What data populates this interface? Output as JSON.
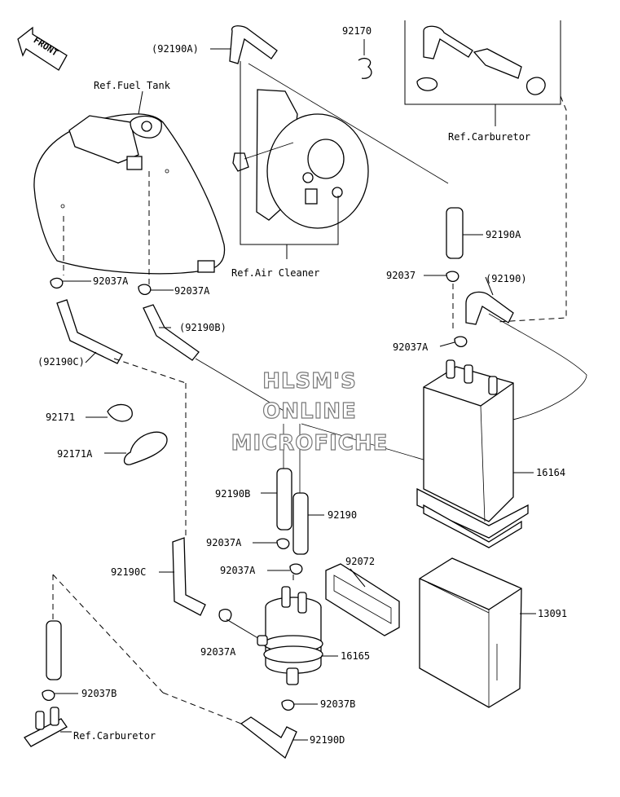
{
  "front_arrow": "FRONT",
  "refs": {
    "fuel_tank": "Ref.Fuel Tank",
    "air_cleaner": "Ref.Air Cleaner",
    "carburetor_top": "Ref.Carburetor",
    "carburetor_bottom": "Ref.Carburetor"
  },
  "parts": {
    "p92190A_top": "(92190A)",
    "p92170": "92170",
    "p92190A_right": "92190A",
    "p92037A_tank_left": "92037A",
    "p92037A_tank_mid": "92037A",
    "p92190B_paren": "(92190B)",
    "p92190C_paren": "(92190C)",
    "p92037_right": "92037",
    "p92190_paren": "(92190)",
    "p92037A_canister": "92037A",
    "p92171": "92171",
    "p92171A": "92171A",
    "p16164": "16164",
    "p92190B": "92190B",
    "p92190": "92190",
    "p92037A_mid": "92037A",
    "p92037A_filter_top": "92037A",
    "p92072": "92072",
    "p92190C": "92190C",
    "p13091": "13091",
    "p92037A_filter_left": "92037A",
    "p16165": "16165",
    "p92037B_left": "92037B",
    "p92037B_right": "92037B",
    "p92190D": "92190D"
  },
  "watermark": {
    "line1": "HLSM'S",
    "line2": "ONLINE",
    "line3": "MICROFICHE"
  }
}
